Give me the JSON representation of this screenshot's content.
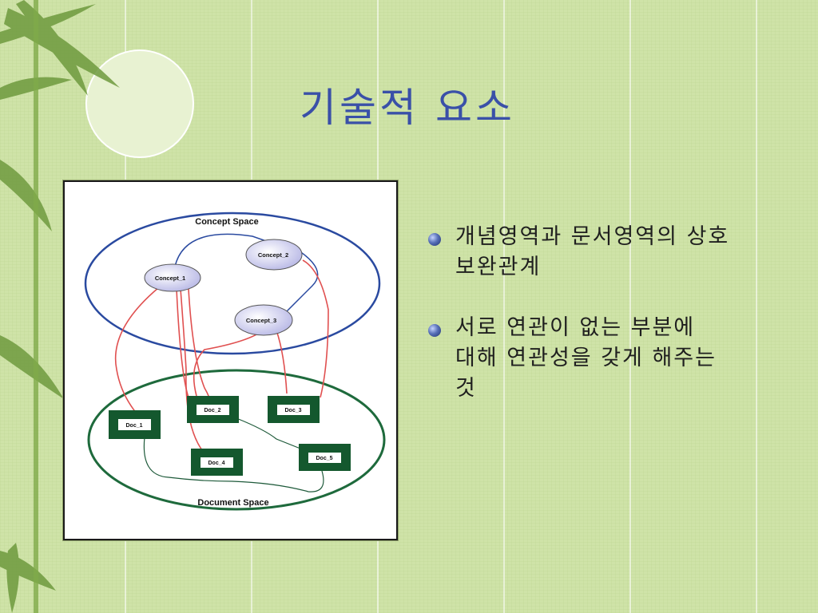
{
  "slide": {
    "title": "기술적 요소",
    "colors": {
      "title": "#3a50a8",
      "background": "#cfe3a8",
      "concept_ellipse": "#2a4aa0",
      "document_ellipse": "#1e6a3c",
      "link": "#e05050"
    }
  },
  "diagram": {
    "concept_space_label": "Concept Space",
    "document_space_label": "Document Space",
    "concepts": [
      "Concept_1",
      "Concept_2",
      "Concept_3"
    ],
    "docs": [
      "Doc_1",
      "Doc_2",
      "Doc_3",
      "Doc_4",
      "Doc_5"
    ]
  },
  "bullets": [
    {
      "icon": "sphere-bullet-icon",
      "text": "개념영역과 문서영역의 상호 보완관계"
    },
    {
      "icon": "sphere-bullet-icon",
      "text": "서로 연관이 없는 부분에 대해 연관성을 갖게 해주는 것"
    }
  ]
}
